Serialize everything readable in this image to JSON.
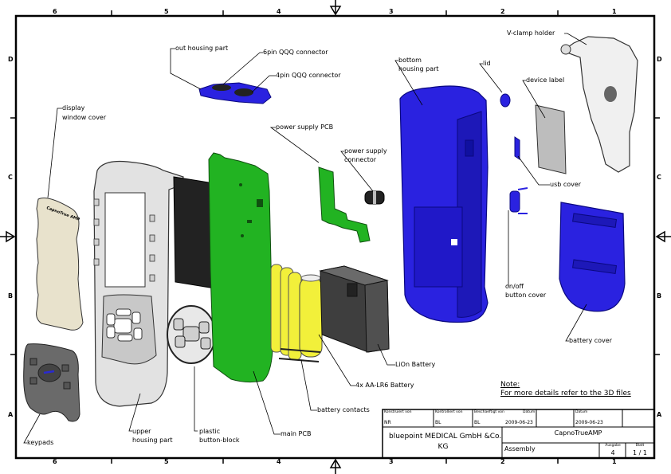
{
  "drawing": {
    "zones_columns": [
      "6",
      "5",
      "4",
      "3",
      "2",
      "1"
    ],
    "zones_rows": [
      "D",
      "C",
      "B",
      "A"
    ],
    "colors": {
      "housing_blue": "#2a22e0",
      "pcb_green": "#22b322",
      "battery_yellow": "#f2f03a",
      "lion_gray": "#3e3e3e",
      "keypad_gray": "#6a6a6a",
      "window_beige": "#e8e2cc",
      "upper_housing": "#d8d8d8",
      "label_gray": "#bdbdbd"
    }
  },
  "callouts": {
    "out_housing_part": "out housing part",
    "6pin": "6pin QQQ connector",
    "4pin": "4pin QQQ connector",
    "bottom_housing_1": "bottom",
    "bottom_housing_2": "housing part",
    "lid": "lid",
    "device_label": "device label",
    "vclamp": "V-clamp holder",
    "display_1": "display",
    "display_2": "window cover",
    "power_pcb": "power supply PCB",
    "power_conn_1": "power supply",
    "power_conn_2": "connector",
    "usb_cover": "usb cover",
    "onoff_1": "on/off",
    "onoff_2": "button cover",
    "battery_cover": "battery cover",
    "lion": "LiOn Battery",
    "aa": "4x AA-LR6 Battery",
    "contacts": "battery contacts",
    "main_pcb": "main PCB",
    "keypads": "keypads",
    "upper_1": "upper",
    "upper_2": "housing part",
    "plastic_1": "plastic",
    "plastic_2": "button-block"
  },
  "note": {
    "title": "Note:",
    "text": "For more details refer to the 3D files"
  },
  "title_block": {
    "constructed_by_label": "Konstruiert von",
    "constructed_by": "NR",
    "checked_by_label": "Kontrolliert von",
    "checked_by": "BL",
    "approved_by_label": "Beschaeftigt von",
    "approved_by": "BL",
    "date_label_1": "Datum",
    "date_1": "2009-06-23",
    "date_label_2": "Datum",
    "date_2": "2009-06-23",
    "company_line1": "bluepoint MEDICAL GmbH &Co.",
    "company_line2": "KG",
    "product": "CapnoTrueAMP",
    "doc_type": "Assembly",
    "revision_label": "Ausgabe",
    "revision": "4",
    "sheet_label": "Blatt",
    "sheet": "1 / 1"
  }
}
